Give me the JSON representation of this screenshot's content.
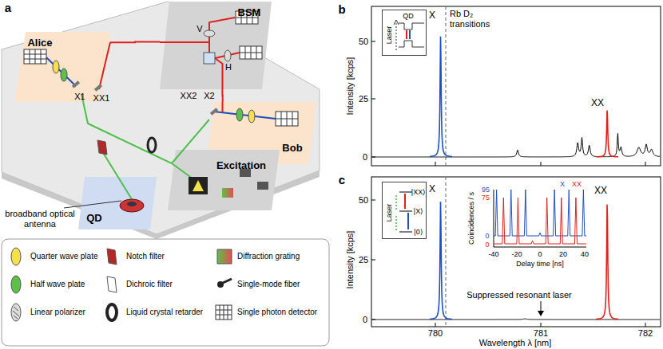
{
  "diagram": {
    "nodes": [
      {
        "text": [
          "Alice"
        ]
      },
      {
        "text": [
          "BSM"
        ]
      },
      {
        "text": [
          "Bob"
        ]
      },
      {
        "text": [
          "Excitation"
        ]
      },
      {
        "text": [
          "QD"
        ]
      },
      {
        "text": [
          "QD",
          "Laser"
        ]
      },
      {
        "text": [
          "|XX⟩",
          "|X⟩",
          "|0⟩",
          "Laser"
        ]
      },
      {
        "text": [
          "Coincidences / s",
          "95",
          "75",
          "0",
          "0",
          "X",
          "XX",
          "-40",
          "-20",
          "0",
          "20",
          "40",
          "Delay time [ns]"
        ]
      }
    ],
    "edges": [
      {
        "from": 0,
        "to": 1,
        "arrow": "none"
      },
      {
        "from": 2,
        "to": 1,
        "arrow": "none"
      }
    ],
    "labels": [
      "a",
      "X1",
      "XX1",
      "V",
      "H",
      "XX2",
      "X2",
      "broadband optical antenna",
      "b",
      "Intensity [kcps]",
      "50",
      "25",
      "0",
      "X",
      "Rb D₂ transitions",
      "XX",
      "c",
      "Intensity [kcps]",
      "50",
      "25",
      "0",
      "X",
      "Suppressed resonant laser",
      "XX",
      "780",
      "781",
      "782",
      "Wavelength λ [nm]"
    ],
    "legend": [
      {
        "text": "Quarter wave plate"
      },
      {
        "text": "Notch filter"
      },
      {
        "text": "Diffraction grating"
      },
      {
        "text": "Half wave plate"
      },
      {
        "text": "Dichroic filter"
      },
      {
        "text": "Single-mode fiber"
      },
      {
        "text": "Linear polarizer"
      },
      {
        "text": "Liquid crystal retarder"
      },
      {
        "text": "Single photon detector"
      }
    ]
  }
}
